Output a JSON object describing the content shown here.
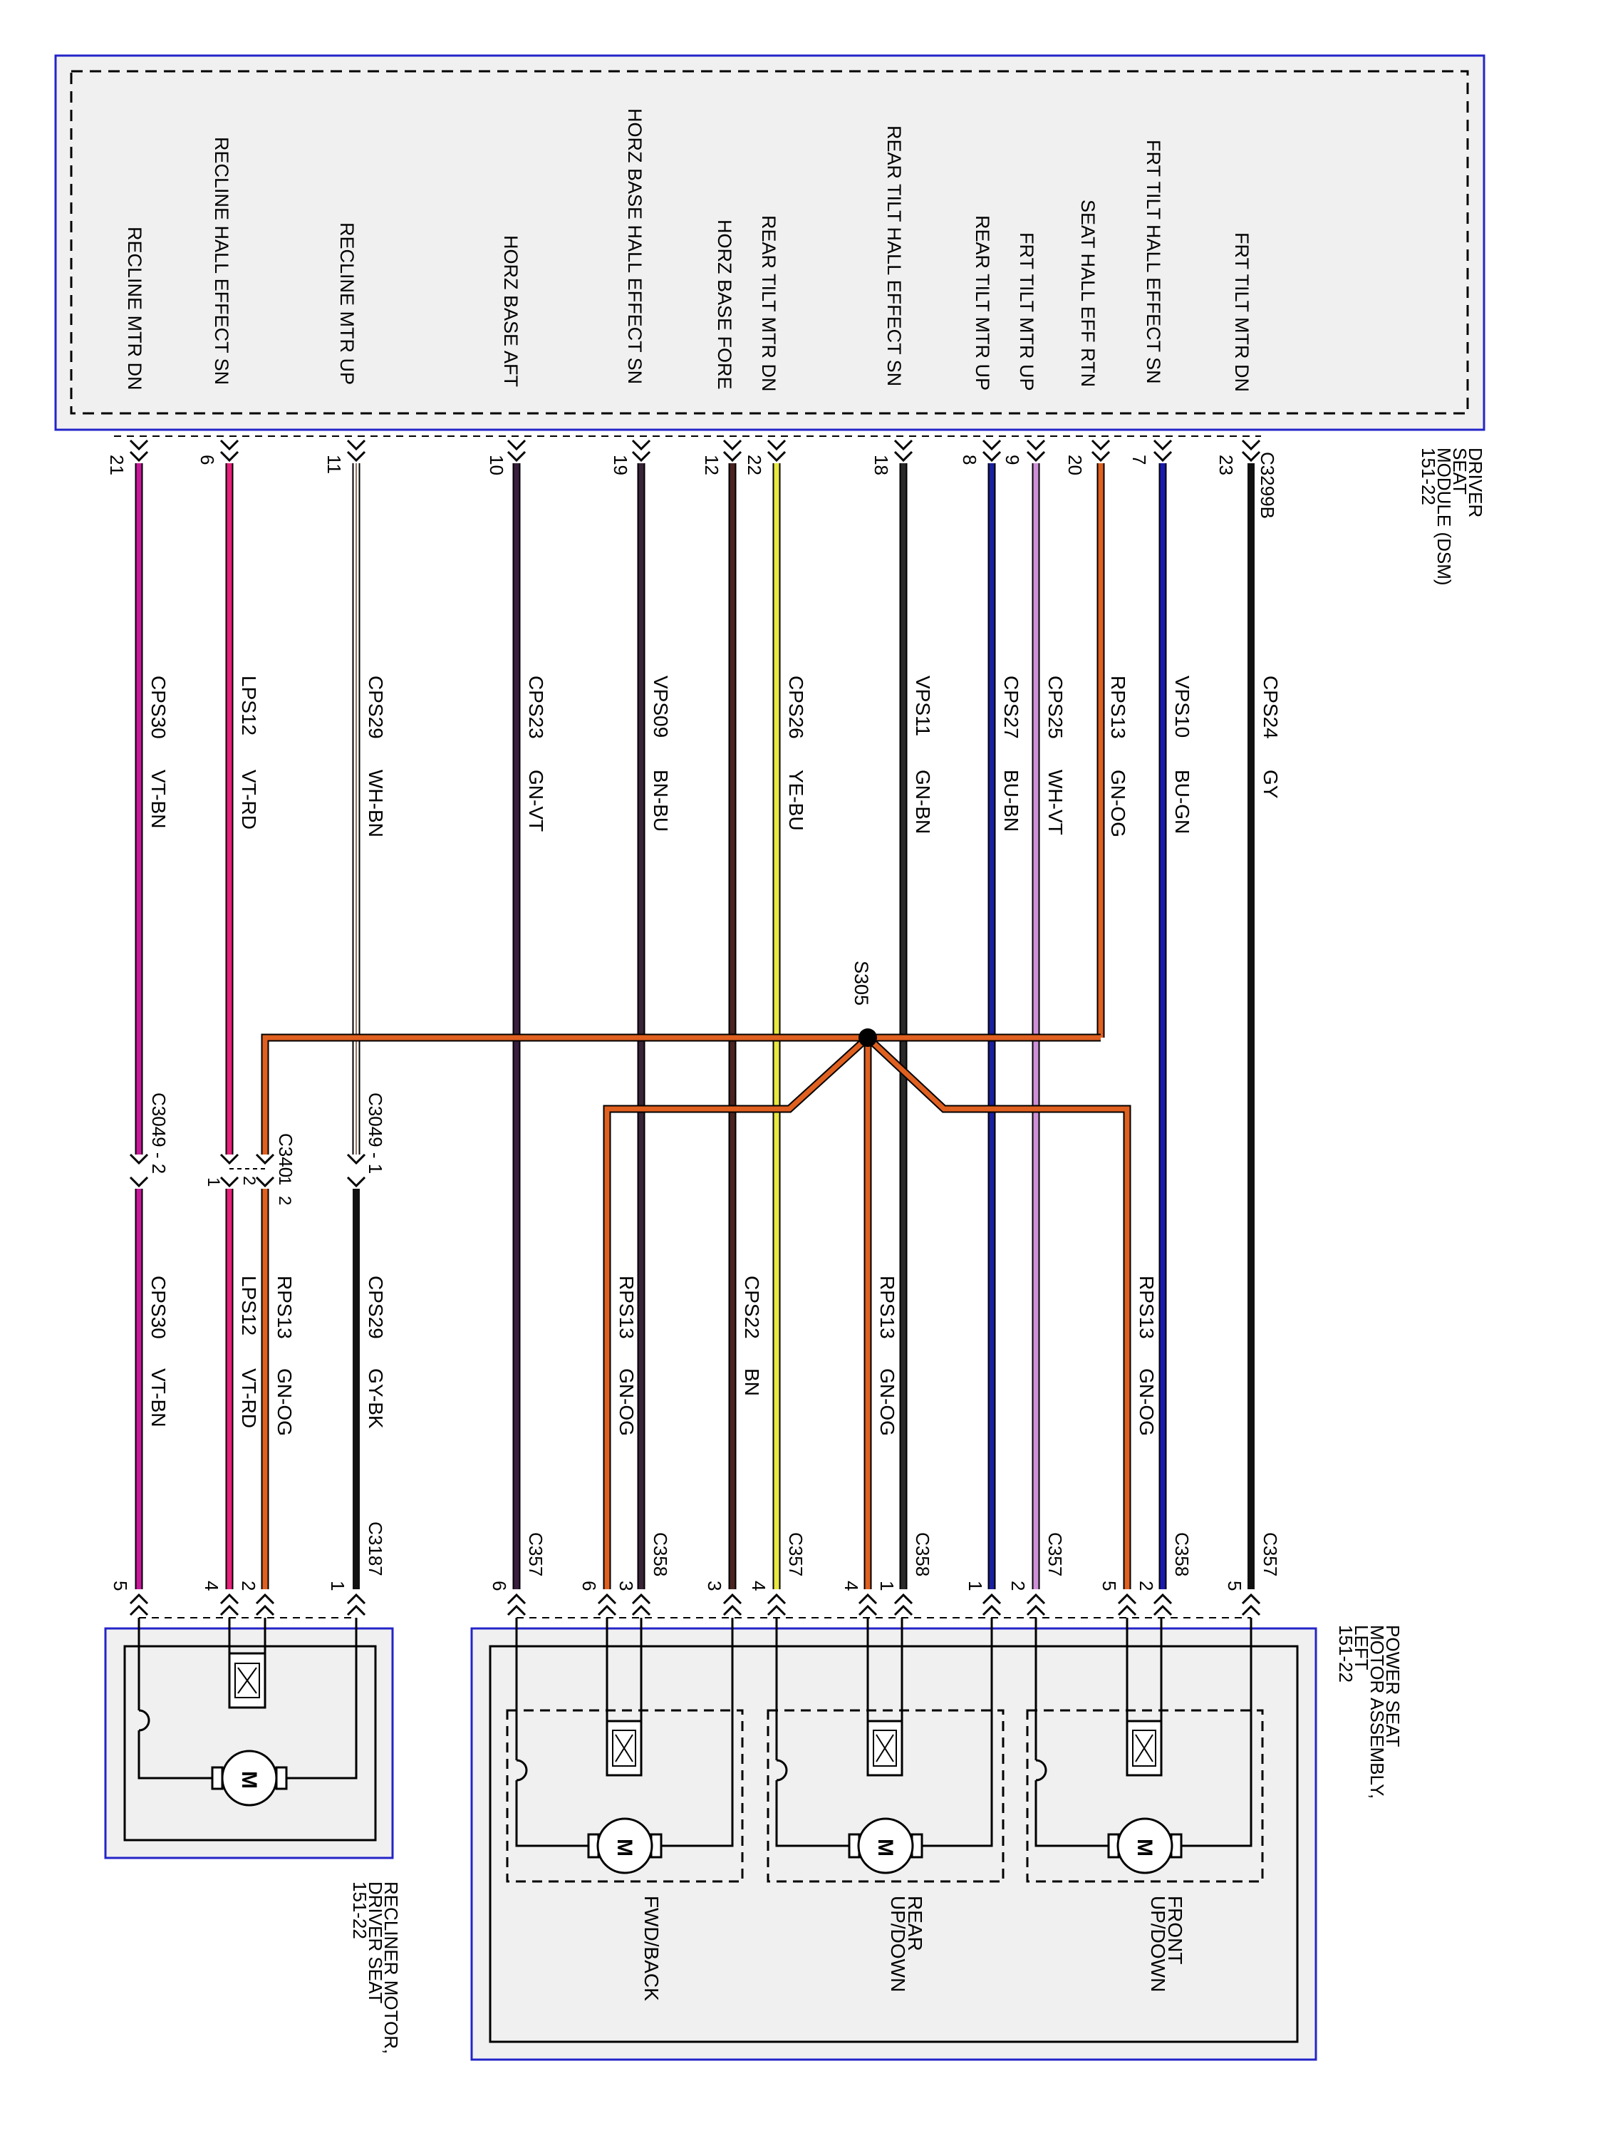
{
  "colors": {
    "module_border": "#2424c8",
    "module_fill": "#f0f0f0",
    "wire_VT_BN": "#c8189c",
    "wire_VT_RD": "#e8207c",
    "wire_WH_BN": "#9a7060",
    "wire_GN_VT": "#3a2040",
    "wire_BN_BU": "#3a2438",
    "wire_BN": "#4a2420",
    "wire_YE_BU": "#e8e840",
    "wire_GN_BN": "#2a2a2a",
    "wire_BU_BN": "#1a20a0",
    "wire_WH_VT": "#d090d8",
    "wire_GN_OG": "#e06020",
    "wire_BU_GN": "#1a1ab0",
    "wire_GY": "#1a1a1a",
    "wire_GY_BK": "#111111"
  },
  "dsm": {
    "title_lines": [
      "DRIVER",
      "SEAT",
      "MODULE (DSM)",
      "151-22"
    ],
    "connector": "C3299B",
    "pins": [
      {
        "label": "RECLINE MTR DN",
        "pin": "21"
      },
      {
        "label": "RECLINE HALL EFFECT SN",
        "pin": "6"
      },
      {
        "label": "RECLINE MTR UP",
        "pin": "11"
      },
      {
        "label": "HORZ BASE AFT",
        "pin": "10"
      },
      {
        "label": "HORZ BASE HALL EFFECT SN",
        "pin": "19"
      },
      {
        "label": "HORZ BASE FORE",
        "pin": "12"
      },
      {
        "label": "REAR TILT MTR DN",
        "pin": "22"
      },
      {
        "label": "REAR TILT HALL EFFECT SN",
        "pin": "18"
      },
      {
        "label": "REAR TILT MTR UP",
        "pin": "8"
      },
      {
        "label": "FRT TILT MTR UP",
        "pin": "9"
      },
      {
        "label": "SEAT HALL EFF RTN",
        "pin": "20"
      },
      {
        "label": "FRT TILT HALL EFFECT SN",
        "pin": "7"
      },
      {
        "label": "FRT TILT MTR DN",
        "pin": "23"
      }
    ]
  },
  "circuits_upper": [
    {
      "circuit": "CPS30",
      "color": "VT-BN"
    },
    {
      "circuit": "LPS12",
      "color": "VT-RD"
    },
    {
      "circuit": "CPS29",
      "color": "WH-BN"
    },
    {
      "circuit": "CPS23",
      "color": "GN-VT"
    },
    {
      "circuit": "VPS09",
      "color": "BN-BU"
    },
    {
      "circuit": "CPS26",
      "color": "YE-BU"
    },
    {
      "circuit": "VPS11",
      "color": "GN-BN"
    },
    {
      "circuit": "CPS27",
      "color": "BU-BN"
    },
    {
      "circuit": "CPS25",
      "color": "WH-VT"
    },
    {
      "circuit": "RPS13",
      "color": "GN-OG"
    },
    {
      "circuit": "VPS10",
      "color": "BU-GN"
    },
    {
      "circuit": "CPS24",
      "color": "GY"
    }
  ],
  "splice": "S305",
  "inline_connectors": {
    "c3049_2": "C3049 - 2",
    "c3049_1": "C3049 - 1",
    "c340": "C340",
    "pin_2a": "2",
    "pin_1a": "1",
    "pin_1b": "1",
    "pin_2b": "2"
  },
  "circuits_lower": [
    {
      "circuit": "CPS30",
      "color": "VT-BN"
    },
    {
      "circuit": "LPS12",
      "color": "VT-RD"
    },
    {
      "circuit": "RPS13",
      "color": "GN-OG"
    },
    {
      "circuit": "CPS29",
      "color": "GY-BK"
    },
    {
      "circuit": "RPS13",
      "color": "GN-OG"
    },
    {
      "circuit": "CPS22",
      "color": "BN"
    },
    {
      "circuit": "RPS13",
      "color": "GN-OG"
    },
    {
      "circuit": "RPS13",
      "color": "GN-OG"
    }
  ],
  "bottom_connectors": {
    "c3187": "C3187",
    "c357": "C357",
    "c358": "C358"
  },
  "bottom_pins": [
    "5",
    "4",
    "2",
    "1",
    "6",
    "6",
    "3",
    "3",
    "4",
    "4",
    "1",
    "1",
    "2",
    "5",
    "2",
    "5"
  ],
  "recliner": {
    "title_lines": [
      "RECLINER MOTOR,",
      "DRIVER SEAT",
      "151-22"
    ],
    "motor": "M"
  },
  "power_seat": {
    "title_lines": [
      "POWER SEAT",
      "MOTOR ASSEMBLY,",
      "LEFT",
      "151-22"
    ],
    "motor": "M",
    "sections": [
      {
        "lines": [
          "FWD/BACK"
        ]
      },
      {
        "lines": [
          "REAR",
          "UP/DOWN"
        ]
      },
      {
        "lines": [
          "FRONT",
          "UP/DOWN"
        ]
      }
    ]
  }
}
